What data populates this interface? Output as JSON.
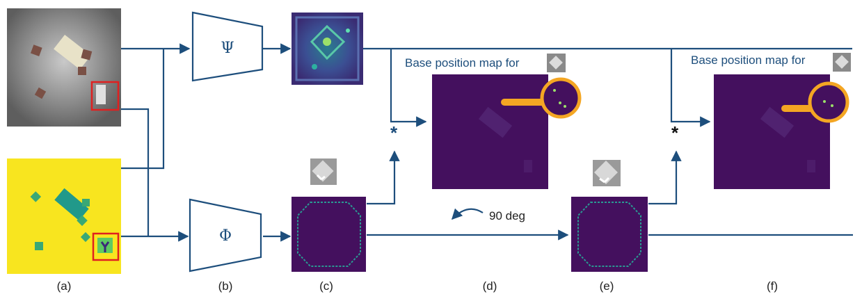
{
  "networks": {
    "psi": "Ψ",
    "phi": "Φ"
  },
  "annotations": {
    "base_map_1": "Base position map for",
    "base_map_2": "Base position map for",
    "rotation": "90 deg",
    "star_1": "*",
    "star_2": "*"
  },
  "panel_labels": {
    "a": "(a)",
    "b": "(b)",
    "c": "(c)",
    "d": "(d)",
    "e": "(e)",
    "f": "(f)"
  },
  "colors": {
    "arrow": "#1d4e7c",
    "heatmap_bg": "#44105e",
    "semantic_bg": "#f8e51f",
    "semantic_obj": "#21998a",
    "highlight": "#f4a623",
    "marker": "#e02020"
  }
}
